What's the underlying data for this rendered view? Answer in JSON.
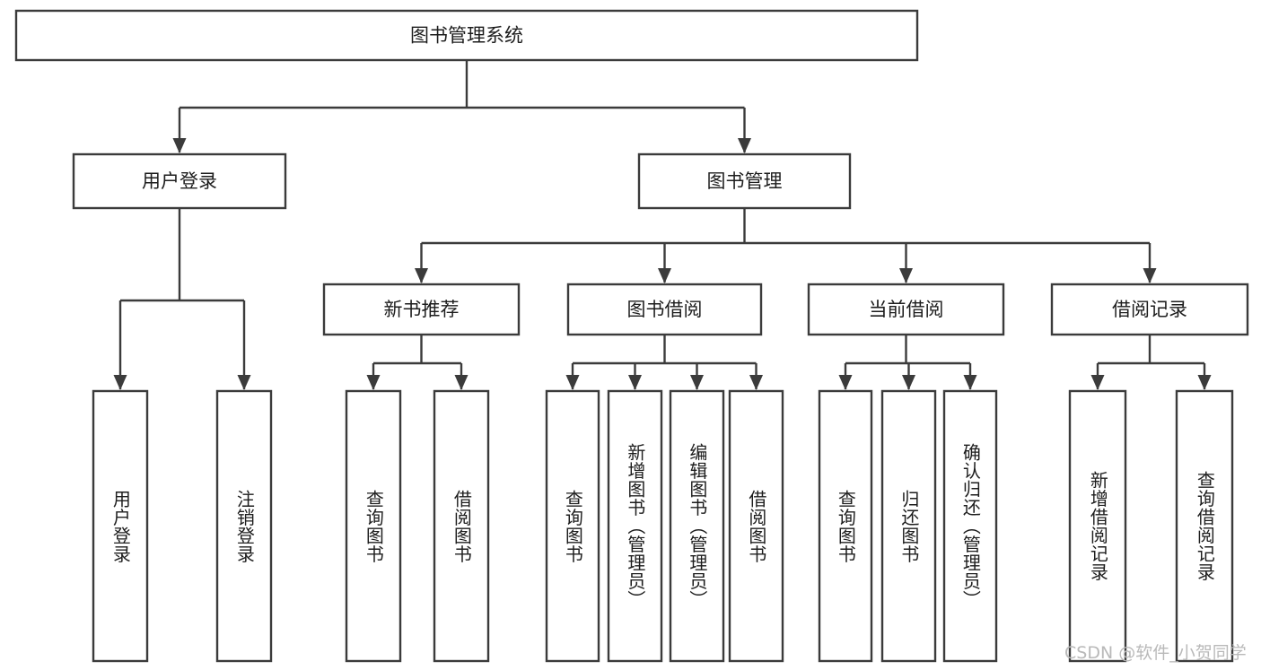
{
  "diagram": {
    "type": "tree",
    "title": "图书管理系统",
    "orientation": "top-down",
    "colors": {
      "box_fill": "#ffffff",
      "box_stroke": "#3b3b3b",
      "connector": "#3b3b3b",
      "text": "#1d1d1d",
      "watermark": "#b9b9b9",
      "background": "#ffffff"
    },
    "root": {
      "id": "root",
      "label": "图书管理系统",
      "orientation": "horizontal"
    },
    "level2": [
      {
        "id": "user-login",
        "label": "用户登录",
        "orientation": "horizontal"
      },
      {
        "id": "book-management",
        "label": "图书管理",
        "orientation": "horizontal"
      }
    ],
    "level3": [
      {
        "id": "new-book-recommend",
        "label": "新书推荐",
        "parent": "book-management",
        "orientation": "horizontal"
      },
      {
        "id": "book-borrow",
        "label": "图书借阅",
        "parent": "book-management",
        "orientation": "horizontal"
      },
      {
        "id": "current-borrow",
        "label": "当前借阅",
        "parent": "book-management",
        "orientation": "horizontal"
      },
      {
        "id": "borrow-record",
        "label": "借阅记录",
        "parent": "book-management",
        "orientation": "horizontal"
      }
    ],
    "leaves": [
      {
        "id": "leaf-user-login",
        "label": "用户登录",
        "parent": "user-login",
        "orientation": "vertical"
      },
      {
        "id": "leaf-user-logout",
        "label": "注销登录",
        "parent": "user-login",
        "orientation": "vertical"
      },
      {
        "id": "leaf-query-book-recommend",
        "label": "查询图书",
        "parent": "new-book-recommend",
        "orientation": "vertical"
      },
      {
        "id": "leaf-borrow-book-recommend",
        "label": "借阅图书",
        "parent": "new-book-recommend",
        "orientation": "vertical"
      },
      {
        "id": "leaf-query-book-borrow",
        "label": "查询图书",
        "parent": "book-borrow",
        "orientation": "vertical"
      },
      {
        "id": "leaf-add-book-admin",
        "label": "新增图书（管理员）",
        "parent": "book-borrow",
        "orientation": "vertical"
      },
      {
        "id": "leaf-edit-book-admin",
        "label": "编辑图书（管理员）",
        "parent": "book-borrow",
        "orientation": "vertical"
      },
      {
        "id": "leaf-borrow-book",
        "label": "借阅图书",
        "parent": "book-borrow",
        "orientation": "vertical"
      },
      {
        "id": "leaf-query-book-current",
        "label": "查询图书",
        "parent": "current-borrow",
        "orientation": "vertical"
      },
      {
        "id": "leaf-return-book",
        "label": "归还图书",
        "parent": "current-borrow",
        "orientation": "vertical"
      },
      {
        "id": "leaf-confirm-return-admin",
        "label": "确认归还（管理员）",
        "parent": "current-borrow",
        "orientation": "vertical"
      },
      {
        "id": "leaf-add-borrow-record",
        "label": "新增借阅记录",
        "parent": "borrow-record",
        "orientation": "vertical"
      },
      {
        "id": "leaf-query-borrow-record",
        "label": "查询借阅记录",
        "parent": "borrow-record",
        "orientation": "vertical"
      }
    ]
  },
  "watermark": {
    "text": "CSDN @软件_小贺同学"
  }
}
